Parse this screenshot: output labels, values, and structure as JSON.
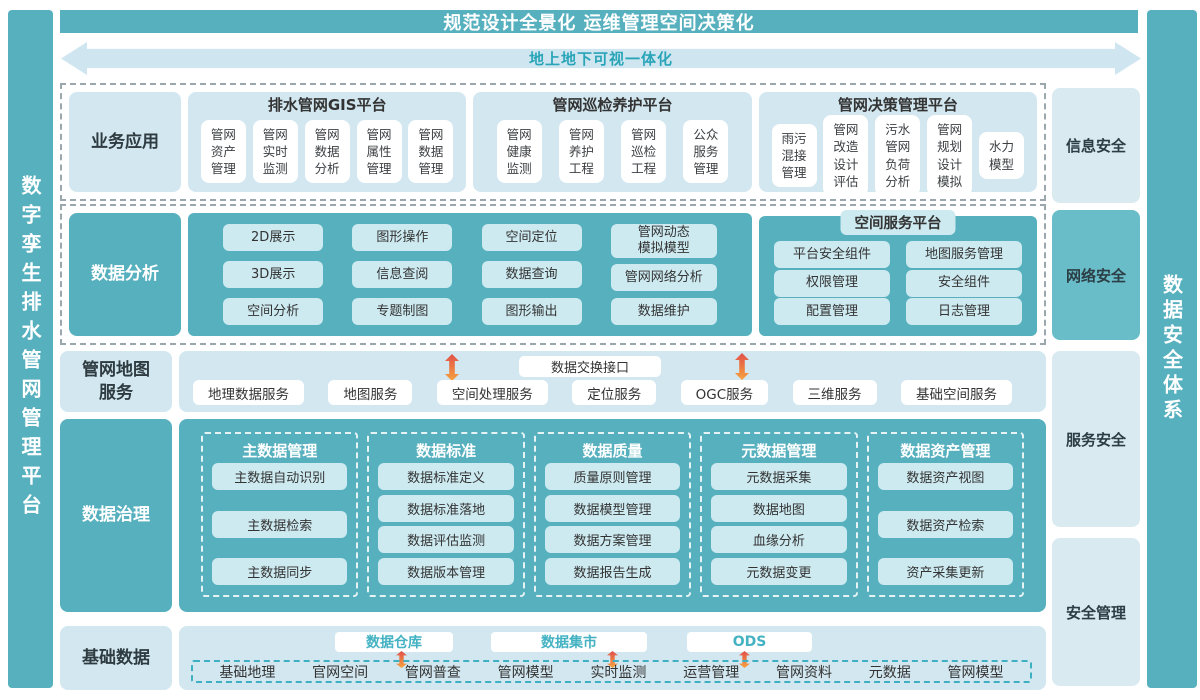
{
  "title_banner": "规范设计全景化  运维管理空间决策化",
  "arrow_banner": "地上地下可视一体化",
  "left_bar": "数字孪生排水管网管理平台",
  "right_bar": "数据安全体系",
  "security": [
    "信息安全",
    "网络安全",
    "服务安全",
    "安全管理"
  ],
  "business": {
    "label": "业务应用",
    "groups": [
      {
        "title": "排水管网GIS平台",
        "cards": [
          "管网\n资产\n管理",
          "管网\n实时\n监测",
          "管网\n数据\n分析",
          "管网\n属性\n管理",
          "管网\n数据\n管理"
        ]
      },
      {
        "title": "管网巡检养护平台",
        "cards": [
          "管网\n健康\n监测",
          "管网\n养护\n工程",
          "管网\n巡检\n工程",
          "公众\n服务\n管理"
        ]
      },
      {
        "title": "管网决策管理平台",
        "cards": [
          "雨污\n混接\n管理",
          "管网\n改造\n设计\n评估",
          "污水\n管网\n负荷\n分析",
          "管网\n规划\n设计\n模拟",
          "水力\n模型"
        ]
      }
    ]
  },
  "analysis": {
    "label": "数据分析",
    "columns": [
      [
        "2D展示",
        "3D展示",
        "空间分析"
      ],
      [
        "图形操作",
        "信息查阅",
        "专题制图"
      ],
      [
        "空间定位",
        "数据查询",
        "图形输出"
      ],
      [
        "管网动态\n模拟模型",
        "管网网络分析",
        "数据维护"
      ]
    ],
    "platform": {
      "title": "空间服务平台",
      "columns": [
        [
          "平台安全组件",
          "权限管理",
          "配置管理"
        ],
        [
          "地图服务管理",
          "安全组件",
          "日志管理"
        ]
      ]
    }
  },
  "map": {
    "label": "管网地图\n服务",
    "interface_label": "数据交换接口",
    "services": [
      "地理数据服务",
      "地图服务",
      "空间处理服务",
      "定位服务",
      "OGC服务",
      "三维服务",
      "基础空间服务"
    ]
  },
  "governance": {
    "label": "数据治理",
    "groups": [
      {
        "title": "主数据管理",
        "items": [
          "主数据自动识别",
          "主数据检索",
          "主数据同步"
        ]
      },
      {
        "title": "数据标准",
        "items": [
          "数据标准定义",
          "数据标准落地",
          "数据评估监测",
          "数据版本管理"
        ]
      },
      {
        "title": "数据质量",
        "items": [
          "质量原则管理",
          "数据模型管理",
          "数据方案管理",
          "数据报告生成"
        ]
      },
      {
        "title": "元数据管理",
        "items": [
          "元数据采集",
          "数据地图",
          "血缘分析",
          "元数据变更"
        ]
      },
      {
        "title": "数据资产管理",
        "items": [
          "数据资产视图",
          "数据资产检索",
          "资产采集更新"
        ]
      }
    ]
  },
  "base": {
    "label": "基础数据",
    "stores": [
      "数据仓库",
      "数据集市",
      "ODS"
    ],
    "sources": [
      "基础地理",
      "官网空间",
      "管网普查",
      "管网模型",
      "实时监测",
      "运营管理",
      "管网资料",
      "元数据",
      "管网模型"
    ]
  },
  "colors": {
    "teal": "#57b0be",
    "panel_light": "#d2e7f0",
    "card_light": "#cdeaf0",
    "network_security_box": "#69bdc9",
    "arrow_banner_bg": "#cfe6f1",
    "arrow_banner_text": "#2aa5b8",
    "store_text": "#43b2c2",
    "flow_arrow_top": "#e0504a",
    "flow_arrow_bottom": "#f7a33e"
  }
}
